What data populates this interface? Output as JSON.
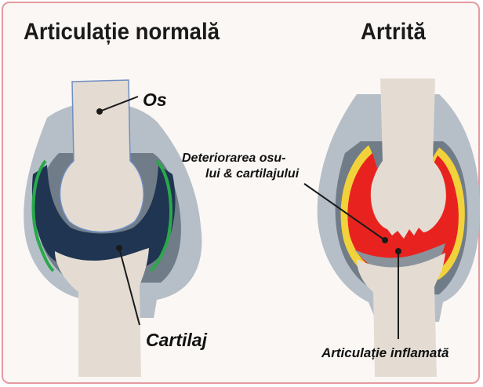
{
  "titles": {
    "normal": "Articulație normală",
    "arthritis": "Artrită"
  },
  "labels": {
    "bone": "Os",
    "cartilage": "Cartilaj",
    "damage_line1": "Deteriorarea osu-",
    "damage_line2": "lui & cartilajului",
    "inflamed": "Articulație inflamată"
  },
  "colors": {
    "border": "#e59aa0",
    "bone": "#e4dcd2",
    "capsule": "#b6bfc8",
    "capsule_dark": "#707c88",
    "joint_space": "#1f3552",
    "cartilage": "#2aa84a",
    "inflammation": "#e8231f",
    "yellow_edge": "#f2d23a"
  }
}
